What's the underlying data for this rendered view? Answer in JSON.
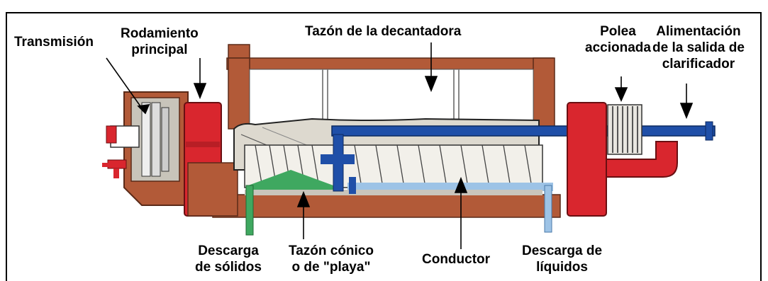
{
  "diagram": {
    "labels": {
      "transmision": [
        "Transmisión"
      ],
      "rodamiento": [
        "Rodamiento",
        "principal"
      ],
      "tazon_decantadora": [
        "Tazón de la decantadora"
      ],
      "polea": [
        "Polea",
        "accionada"
      ],
      "alimentacion": [
        "Alimentación",
        "de la salida de",
        "clarificador"
      ],
      "descarga_solidos": [
        "Descarga",
        "de sólidos"
      ],
      "tazon_conico": [
        "Tazón cónico",
        "o de \"playa\""
      ],
      "conductor": [
        "Conductor"
      ],
      "descarga_liquidos": [
        "Descarga de",
        "líquidos"
      ]
    },
    "colors": {
      "housing": "#b25a38",
      "housing_dark": "#7a3a22",
      "red_parts": "#d9262e",
      "blue_pipe": "#1f4fa8",
      "light_blue_liquid": "#9dc3e6",
      "green_solids": "#3fa860",
      "sediment": "#c9c5bc",
      "bowl_fill": "#ddd9cf"
    }
  }
}
